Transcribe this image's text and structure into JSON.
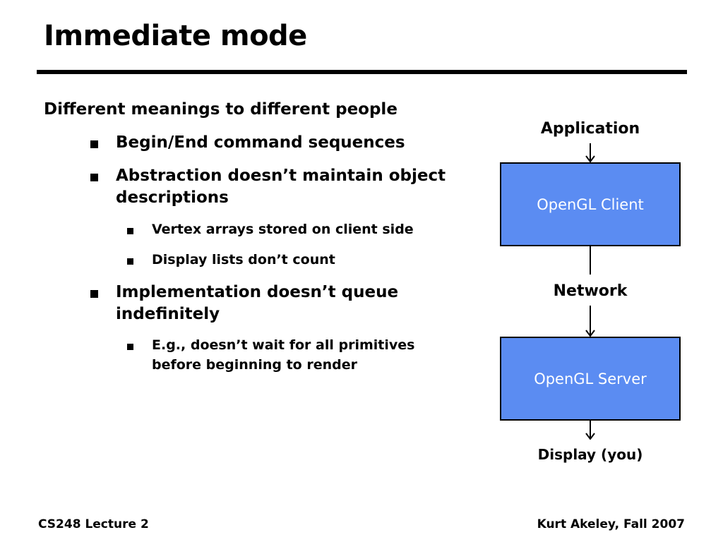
{
  "slide": {
    "title": "Immediate mode",
    "bullets": [
      {
        "level": 1,
        "text": "Different meanings to different people"
      },
      {
        "level": 2,
        "text": "Begin/End command sequences"
      },
      {
        "level": 2,
        "text": "Abstraction doesn’t maintain object"
      },
      {
        "level": 2,
        "text": "descriptions",
        "continuation": true
      },
      {
        "level": 3,
        "text": "Vertex arrays stored on client side"
      },
      {
        "level": 3,
        "text": "Display lists don’t count"
      },
      {
        "level": 2,
        "text": "Implementation doesn’t queue"
      },
      {
        "level": 2,
        "text": "indefinitely",
        "continuation": true
      },
      {
        "level": 3,
        "text": "E.g., doesn’t wait for all primitives"
      },
      {
        "level": 3,
        "text": "before beginning to render",
        "continuation": true
      }
    ],
    "bullet_marker": "square"
  },
  "diagram": {
    "top_label": "Application",
    "client_box": "OpenGL Client",
    "middle_label": "Network",
    "server_box": "OpenGL Server",
    "bottom_label": "Display (you)",
    "box_color": "#5b8cf2",
    "box_text_color": "#ffffff"
  },
  "footer": {
    "left": "CS248 Lecture 2",
    "right": "Kurt Akeley, Fall 2007"
  }
}
